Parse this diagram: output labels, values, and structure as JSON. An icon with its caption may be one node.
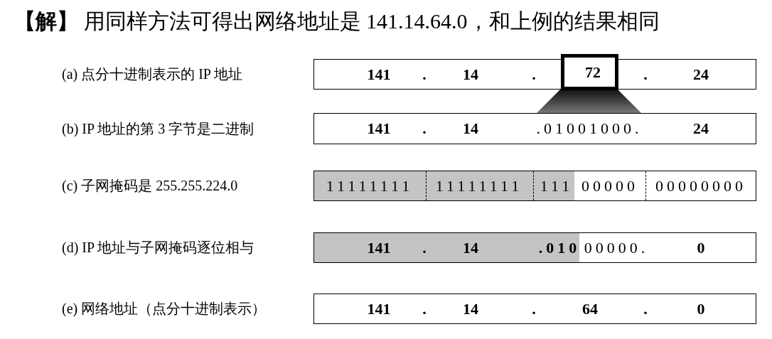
{
  "diagram": {
    "title": "**【解】** 用同样方法可得出网络地址是 141.14.64.0，和上例的结果相同",
    "nodes": [
      {
        "text": [
          "141",
          ".",
          "14",
          ".",
          ".",
          "24"
        ]
      },
      {
        "text": [
          "72"
        ],
        "in": 0
      },
      {
        "text": [
          "141",
          ".",
          "14",
          ".01001000.",
          "24"
        ]
      },
      {
        "text": [
          "11111111",
          "11111111",
          "111",
          "00000",
          "00000000"
        ]
      },
      {
        "text": [
          "141",
          ".",
          "14",
          ".010",
          "00000.",
          "0"
        ]
      },
      {
        "text": [
          "141",
          ".",
          "14",
          ".",
          "64",
          ".",
          "0"
        ]
      }
    ],
    "edges": [
      {
        "from": 1,
        "to": 2,
        "arrow": "none"
      }
    ],
    "labels": [
      "(a) 点分十进制表示的 IP 地址",
      "(b) IP 地址的第 3 字节是二进制",
      "(c) 子网掩码是 255.255.224.0",
      "(d) IP 地址与子网掩码逐位相与",
      "(e) 网络地址（点分十进制表示）"
    ]
  }
}
